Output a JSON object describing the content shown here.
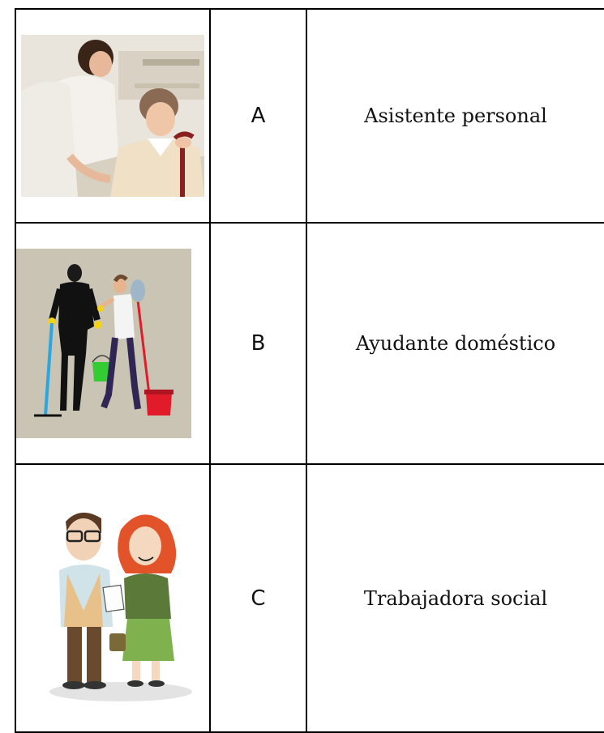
{
  "rows": [
    {
      "letter": "A",
      "label": "Asistente personal",
      "image": "caregiver-elderly-woman-photo",
      "colors": {
        "background": "#e9e4dc",
        "uniform": "#f2eeea",
        "cane": "#8a1f1f"
      }
    },
    {
      "letter": "B",
      "label": "Ayudante doméstico",
      "image": "cleaning-workers-illustration",
      "colors": {
        "background": "#c9c4b3",
        "bucket_green": "#33cc33",
        "bucket_red": "#e21b2a",
        "mop_handle": "#2aa6e0"
      }
    },
    {
      "letter": "C",
      "label": "Trabajadora social",
      "image": "social-worker-cartoon",
      "colors": {
        "hair_red": "#e2532a",
        "dress": "#7fb14f",
        "vest": "#e8c08a"
      }
    }
  ]
}
